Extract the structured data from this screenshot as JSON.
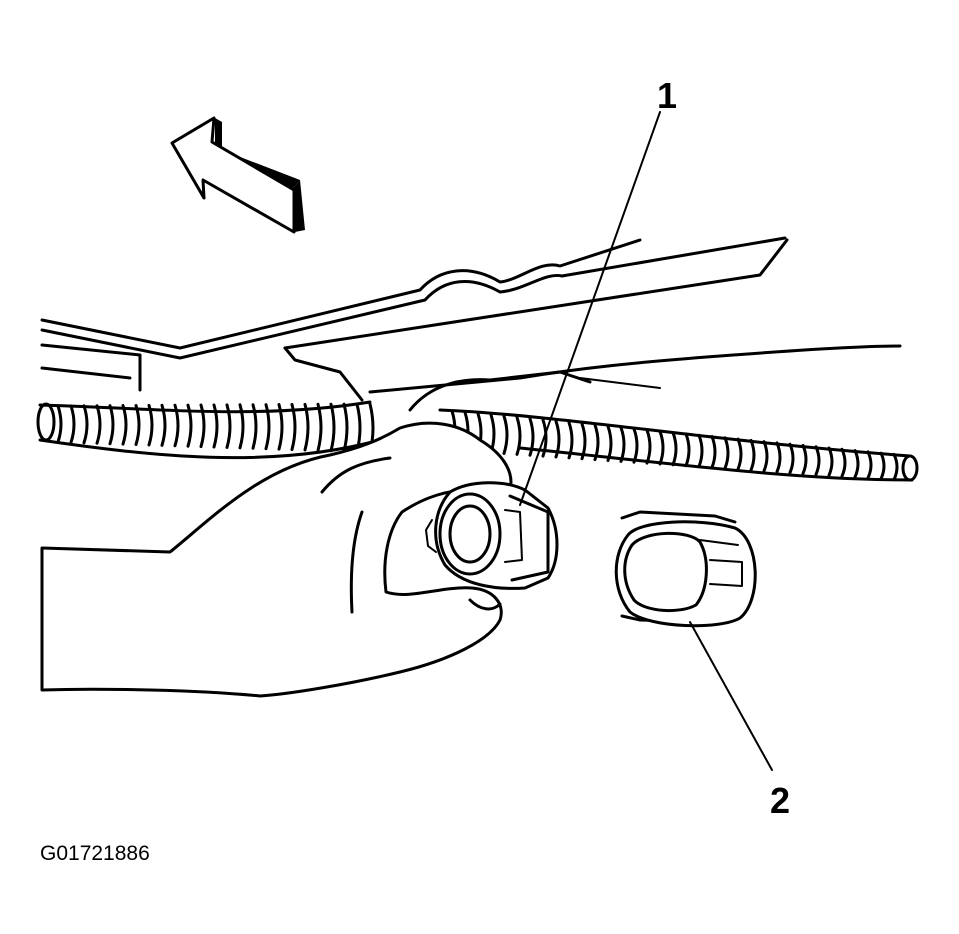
{
  "figure": {
    "figure_id": "G01721886",
    "colors": {
      "ink": "#000000",
      "paper": "#ffffff"
    },
    "callouts": [
      {
        "label": "1",
        "part": "connector-position-assurance-held"
      },
      {
        "label": "2",
        "part": "connector-position-assurance-removed"
      }
    ],
    "icons": [
      "direction-arrow-icon",
      "hand-icon",
      "wiring-harness-conduit-icon"
    ]
  }
}
